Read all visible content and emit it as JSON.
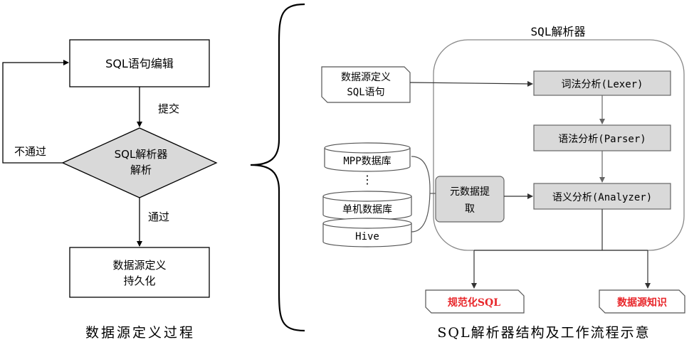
{
  "left_flow": {
    "edit_box": "SQL语句编辑",
    "submit_label": "提交",
    "decision_line1": "SQL解析器",
    "decision_line2": "解析",
    "reject_label": "不通过",
    "pass_label": "通过",
    "persist_line1": "数据源定义",
    "persist_line2": "持久化",
    "caption": "数据源定义过程"
  },
  "right_flow": {
    "parser_title": "SQL解析器",
    "input_doc_line1": "数据源定义",
    "input_doc_line2": "SQL语句",
    "db_mpp": "MPP数据库",
    "db_dots": "⋮",
    "db_single": "单机数据库",
    "db_hive": "Hive",
    "meta_extract_line1": "元数据提",
    "meta_extract_line2": "取",
    "lexer": "词法分析(Lexer)",
    "parser": "语法分析(Parser)",
    "analyzer": "语义分析(Analyzer)",
    "out_sql": "规范化SQL",
    "out_knowledge": "数据源知识",
    "caption": "SQL解析器结构及工作流程示意"
  },
  "colors": {
    "gray_fill": "#d9d9d9",
    "output_red": "#e8262a"
  }
}
